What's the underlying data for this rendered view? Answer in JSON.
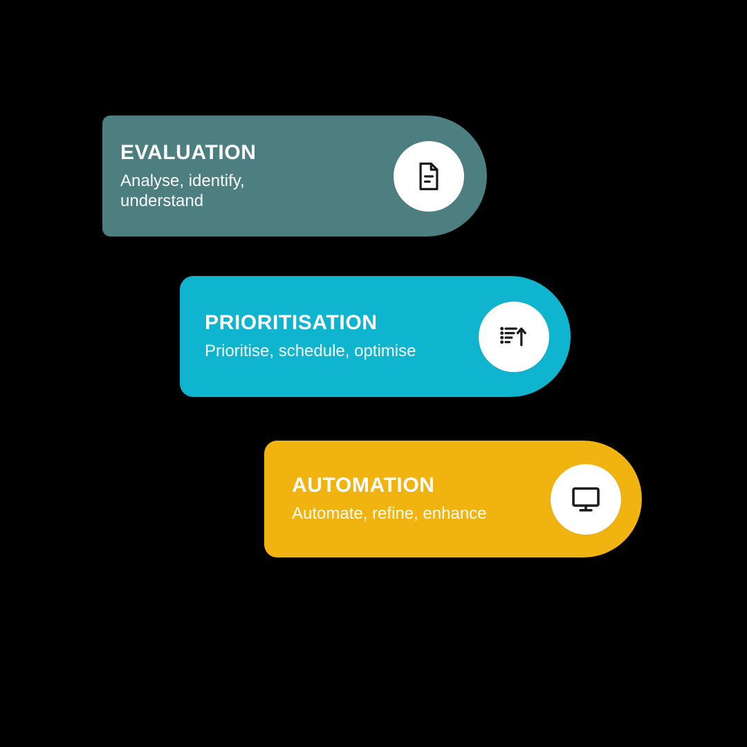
{
  "page": {
    "background_color": "#000000"
  },
  "cards": [
    {
      "title": "EVALUATION",
      "subtitle": "Analyse, identify, understand",
      "color": "#4d7f80",
      "icon": "document-icon",
      "icon_circle_color": "#ffffff",
      "icon_stroke_color": "#1c1c1c"
    },
    {
      "title": "PRIORITISATION",
      "subtitle": "Prioritise, schedule, optimise",
      "color": "#0fb4ce",
      "icon": "sort-priority-icon",
      "icon_circle_color": "#ffffff",
      "icon_stroke_color": "#1c1c1c"
    },
    {
      "title": "AUTOMATION",
      "subtitle": "Automate, refine, enhance",
      "color": "#f0b310",
      "icon": "monitor-icon",
      "icon_circle_color": "#ffffff",
      "icon_stroke_color": "#1c1c1c"
    }
  ]
}
